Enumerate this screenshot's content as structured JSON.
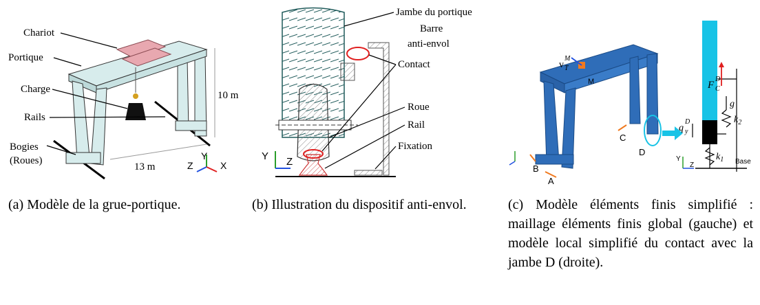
{
  "panel_a": {
    "labels": {
      "chariot": "Chariot",
      "portique": "Portique",
      "charge": "Charge",
      "rails": "Rails",
      "bogies": "Bogies",
      "roues": "(Roues)",
      "height": "10 m",
      "width": "13 m"
    },
    "axes": {
      "y": "Y",
      "z": "Z",
      "x": "X"
    },
    "caption": "(a) Modèle de la grue-portique."
  },
  "panel_b": {
    "labels": {
      "jambe": "Jambe du portique",
      "barre": "Barre",
      "anti_envol": "anti-envol",
      "contact": "Contact",
      "roue": "Roue",
      "rail": "Rail",
      "fixation": "Fixation"
    },
    "axes": {
      "y": "Y",
      "z": "Z"
    },
    "caption": "(b) Illustration du dispositif anti-envol."
  },
  "panel_c": {
    "labels": {
      "v_main": "v",
      "v_sup": "M",
      "v_sub": "T",
      "m": "M",
      "c": "C",
      "d": "D",
      "b": "B",
      "a": "A",
      "f_main": "F",
      "f_sup": "D",
      "f_sub": "C",
      "q_main": "q",
      "q_sup": "D",
      "q_sub": "y",
      "g": "g",
      "k1": "k",
      "k1_sub": "1",
      "k2": "k",
      "k2_sub": "2",
      "base": "Base"
    },
    "axes": {
      "y": "Y",
      "z": "Z"
    },
    "caption": "(c) Modèle éléments finis simplifié : maillage éléments finis global (gauche) et modèle local simplifié du contact avec la jambe D (droite)."
  },
  "colors": {
    "crane_body": "#d7ecec",
    "trolley": "#e8a8b0",
    "fem_blue": "#2f6db8",
    "cyan": "#17c3e6",
    "red": "#e02020",
    "orange": "#f07a20"
  }
}
